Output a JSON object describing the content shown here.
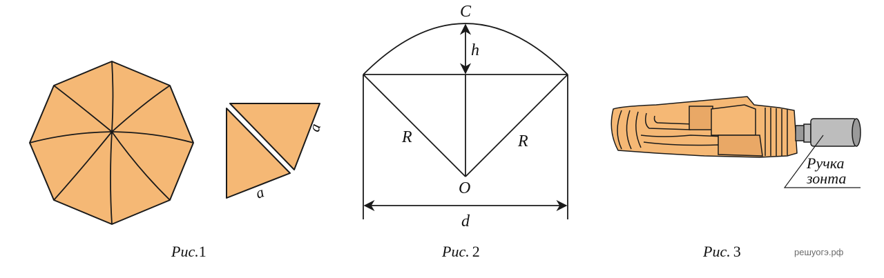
{
  "colors": {
    "fabric": "#F5B875",
    "fabric_dark": "#E9A866",
    "stroke": "#1a1a1a",
    "handle": "#BDBDBD",
    "handle_dark": "#9A9A9A"
  },
  "figure1": {
    "side_label_1": "a",
    "side_label_2": "a",
    "caption_word": "Рис.",
    "caption_num": "1"
  },
  "figure2": {
    "label_C": "C",
    "label_h": "h",
    "label_R_left": "R",
    "label_R_right": "R",
    "label_O": "O",
    "label_d": "d",
    "caption_word": "Рис.",
    "caption_num": "2"
  },
  "figure3": {
    "callout_line1": "Ручка",
    "callout_line2": "зонта",
    "caption_word": "Рис.",
    "caption_num": "3"
  },
  "watermark": "решуогэ.рф"
}
